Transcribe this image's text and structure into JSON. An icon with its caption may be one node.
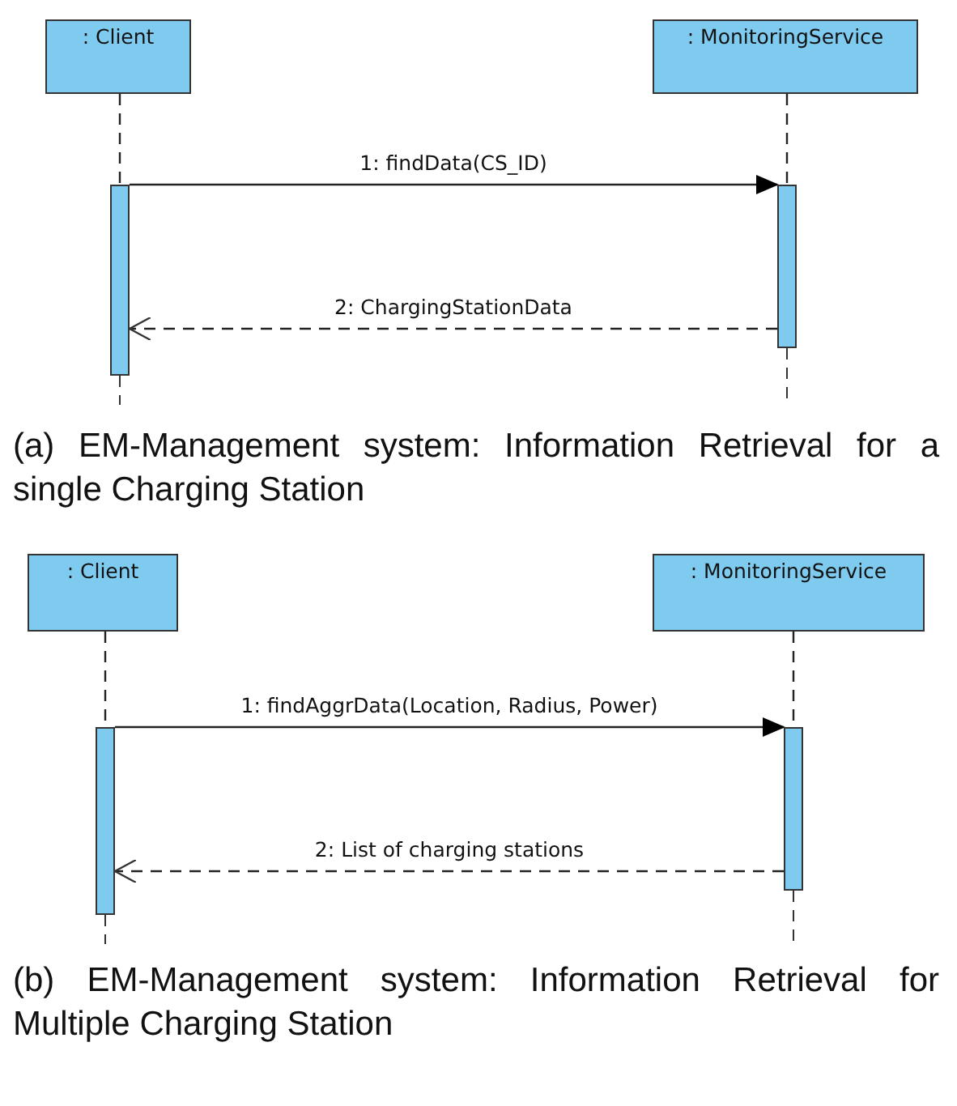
{
  "diagram": {
    "nodes": [
      {
        "text": [
          ": Client"
        ]
      },
      {
        "text": [
          ": MonitoringService"
        ]
      },
      {
        "text": [],
        "shape": "bar"
      },
      {
        "text": [],
        "shape": "bar"
      },
      {
        "text": [
          ": Client"
        ]
      },
      {
        "text": [
          ": MonitoringService"
        ]
      },
      {
        "text": [],
        "shape": "bar"
      },
      {
        "text": [],
        "shape": "bar"
      }
    ],
    "edges": [
      {
        "from": 0,
        "to": 2,
        "arrow": "none",
        "style": "dashed"
      },
      {
        "from": 1,
        "to": 3,
        "arrow": "none",
        "style": "dashed"
      },
      {
        "from": 2,
        "to": 3,
        "arrow": "to",
        "label": "1: findData(CS_ID)"
      },
      {
        "from": 3,
        "to": 2,
        "arrow": "to",
        "label": "2: ChargingStationData",
        "style": "dashed"
      },
      {
        "from": 4,
        "to": 6,
        "arrow": "none",
        "style": "dashed"
      },
      {
        "from": 5,
        "to": 7,
        "arrow": "none",
        "style": "dashed"
      },
      {
        "from": 6,
        "to": 7,
        "arrow": "to",
        "label": "1: findAggrData(Location, Radius, Power)"
      },
      {
        "from": 7,
        "to": 6,
        "arrow": "to",
        "label": "2: List of charging stations",
        "style": "dashed"
      }
    ],
    "labels": [
      "(a) EM-Management system: Information Retrieval for a single Charging Station",
      "(b) EM-Management system: Information Retrieval for Multiple Charging Station"
    ]
  }
}
